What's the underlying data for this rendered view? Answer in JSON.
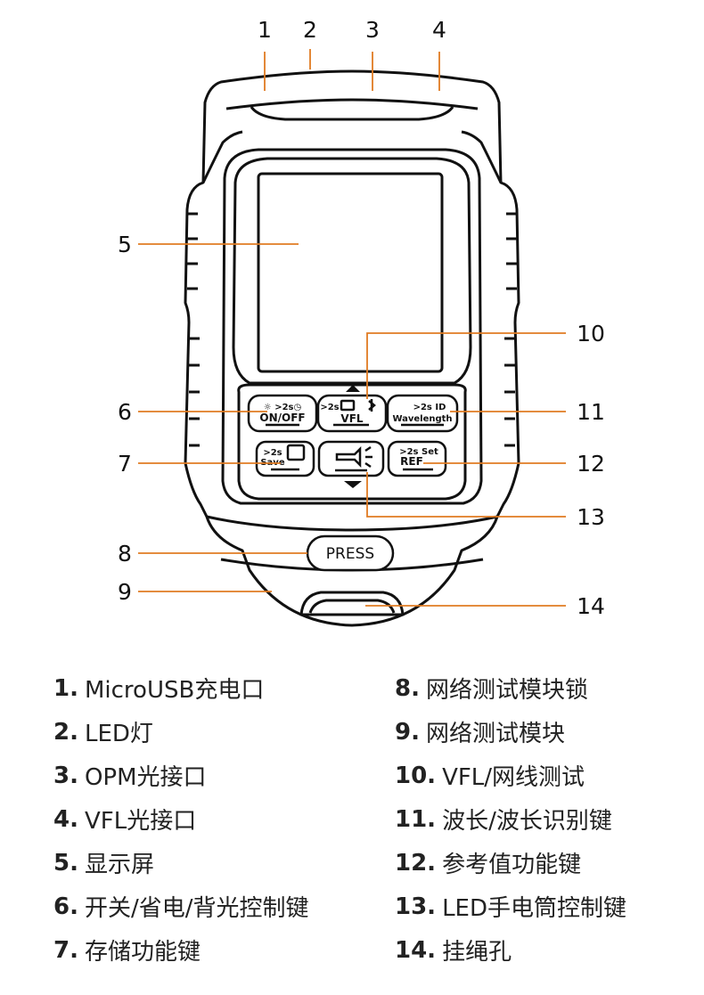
{
  "callouts": [
    {
      "num": "1"
    },
    {
      "num": "2"
    },
    {
      "num": "3"
    },
    {
      "num": "4"
    },
    {
      "num": "5"
    },
    {
      "num": "6"
    },
    {
      "num": "7"
    },
    {
      "num": "8"
    },
    {
      "num": "9"
    },
    {
      "num": "10"
    },
    {
      "num": "11"
    },
    {
      "num": "12"
    },
    {
      "num": "13"
    },
    {
      "num": "14"
    }
  ],
  "device": {
    "press_label": "PRESS",
    "onoff": {
      "top": "☼  >2s◷",
      "label": "ON/OFF"
    },
    "vfl": {
      "top": ">2s",
      "label": "VFL"
    },
    "wavelength": {
      "top": ">2s ID",
      "label": "Wavelength"
    },
    "save": {
      "top": ">2s",
      "label": "Save"
    },
    "ref": {
      "top": ">2s Set",
      "label": "REF"
    }
  },
  "legend_left": [
    {
      "num": "1.",
      "text": "MicroUSB充电口"
    },
    {
      "num": "2.",
      "text": "LED灯"
    },
    {
      "num": "3.",
      "text": "OPM光接口"
    },
    {
      "num": "4.",
      "text": "VFL光接口"
    },
    {
      "num": "5.",
      "text": "显示屏"
    },
    {
      "num": "6.",
      "text": "开关/省电/背光控制键"
    },
    {
      "num": "7.",
      "text": "存储功能键"
    }
  ],
  "legend_right": [
    {
      "num": "8.",
      "text": "网络测试模块锁"
    },
    {
      "num": "9.",
      "text": "网络测试模块"
    },
    {
      "num": "10.",
      "text": "VFL/网线测试"
    },
    {
      "num": "11.",
      "text": "波长/波长识别键"
    },
    {
      "num": "12.",
      "text": "参考值功能键"
    },
    {
      "num": "13.",
      "text": "LED手电筒控制键"
    },
    {
      "num": "14.",
      "text": "挂绳孔"
    }
  ],
  "colors": {
    "leader": "#e07b22",
    "outline": "#111111",
    "text": "#222222"
  }
}
